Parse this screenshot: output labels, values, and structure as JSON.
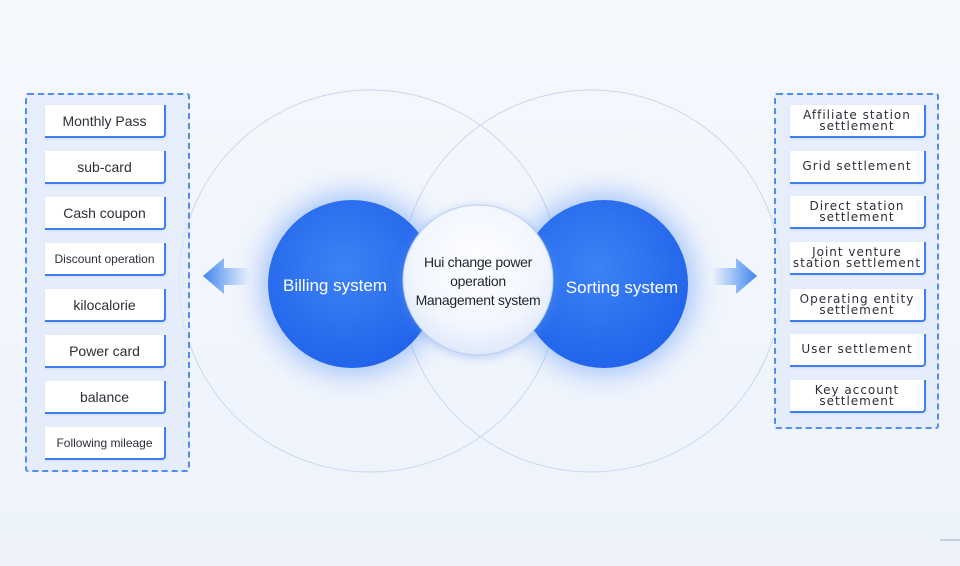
{
  "center": {
    "left_label": "Billing system",
    "right_label": "Sorting system",
    "middle_lines": [
      "Hui change power",
      "operation",
      "Management system"
    ]
  },
  "left_items": [
    "Monthly Pass",
    "sub-card",
    "Cash coupon",
    "Discount operation",
    "kilocalorie",
    "Power card",
    "balance",
    "Following mileage"
  ],
  "right_items": [
    "Affiliate station settlement",
    "Grid settlement",
    "Direct station settlement",
    "Joint venture station settlement",
    "Operating entity settlement",
    "User settlement",
    "Key account settlement"
  ],
  "right_items_lines": [
    [
      "Affiliate station",
      "settlement"
    ],
    [
      "Grid settlement"
    ],
    [
      "Direct station",
      "settlement"
    ],
    [
      "Joint venture",
      "station settlement"
    ],
    [
      "Operating entity",
      "settlement"
    ],
    [
      "User settlement"
    ],
    [
      "Key account",
      "settlement"
    ]
  ],
  "colors": {
    "accent": "#2e72f0",
    "circle_blue": "#2b6ff0",
    "panel_border": "#4f8ef0",
    "arrow": "#3f86ef"
  },
  "icons": {
    "left_arrow": "arrow-left-icon",
    "right_arrow": "arrow-right-icon"
  }
}
